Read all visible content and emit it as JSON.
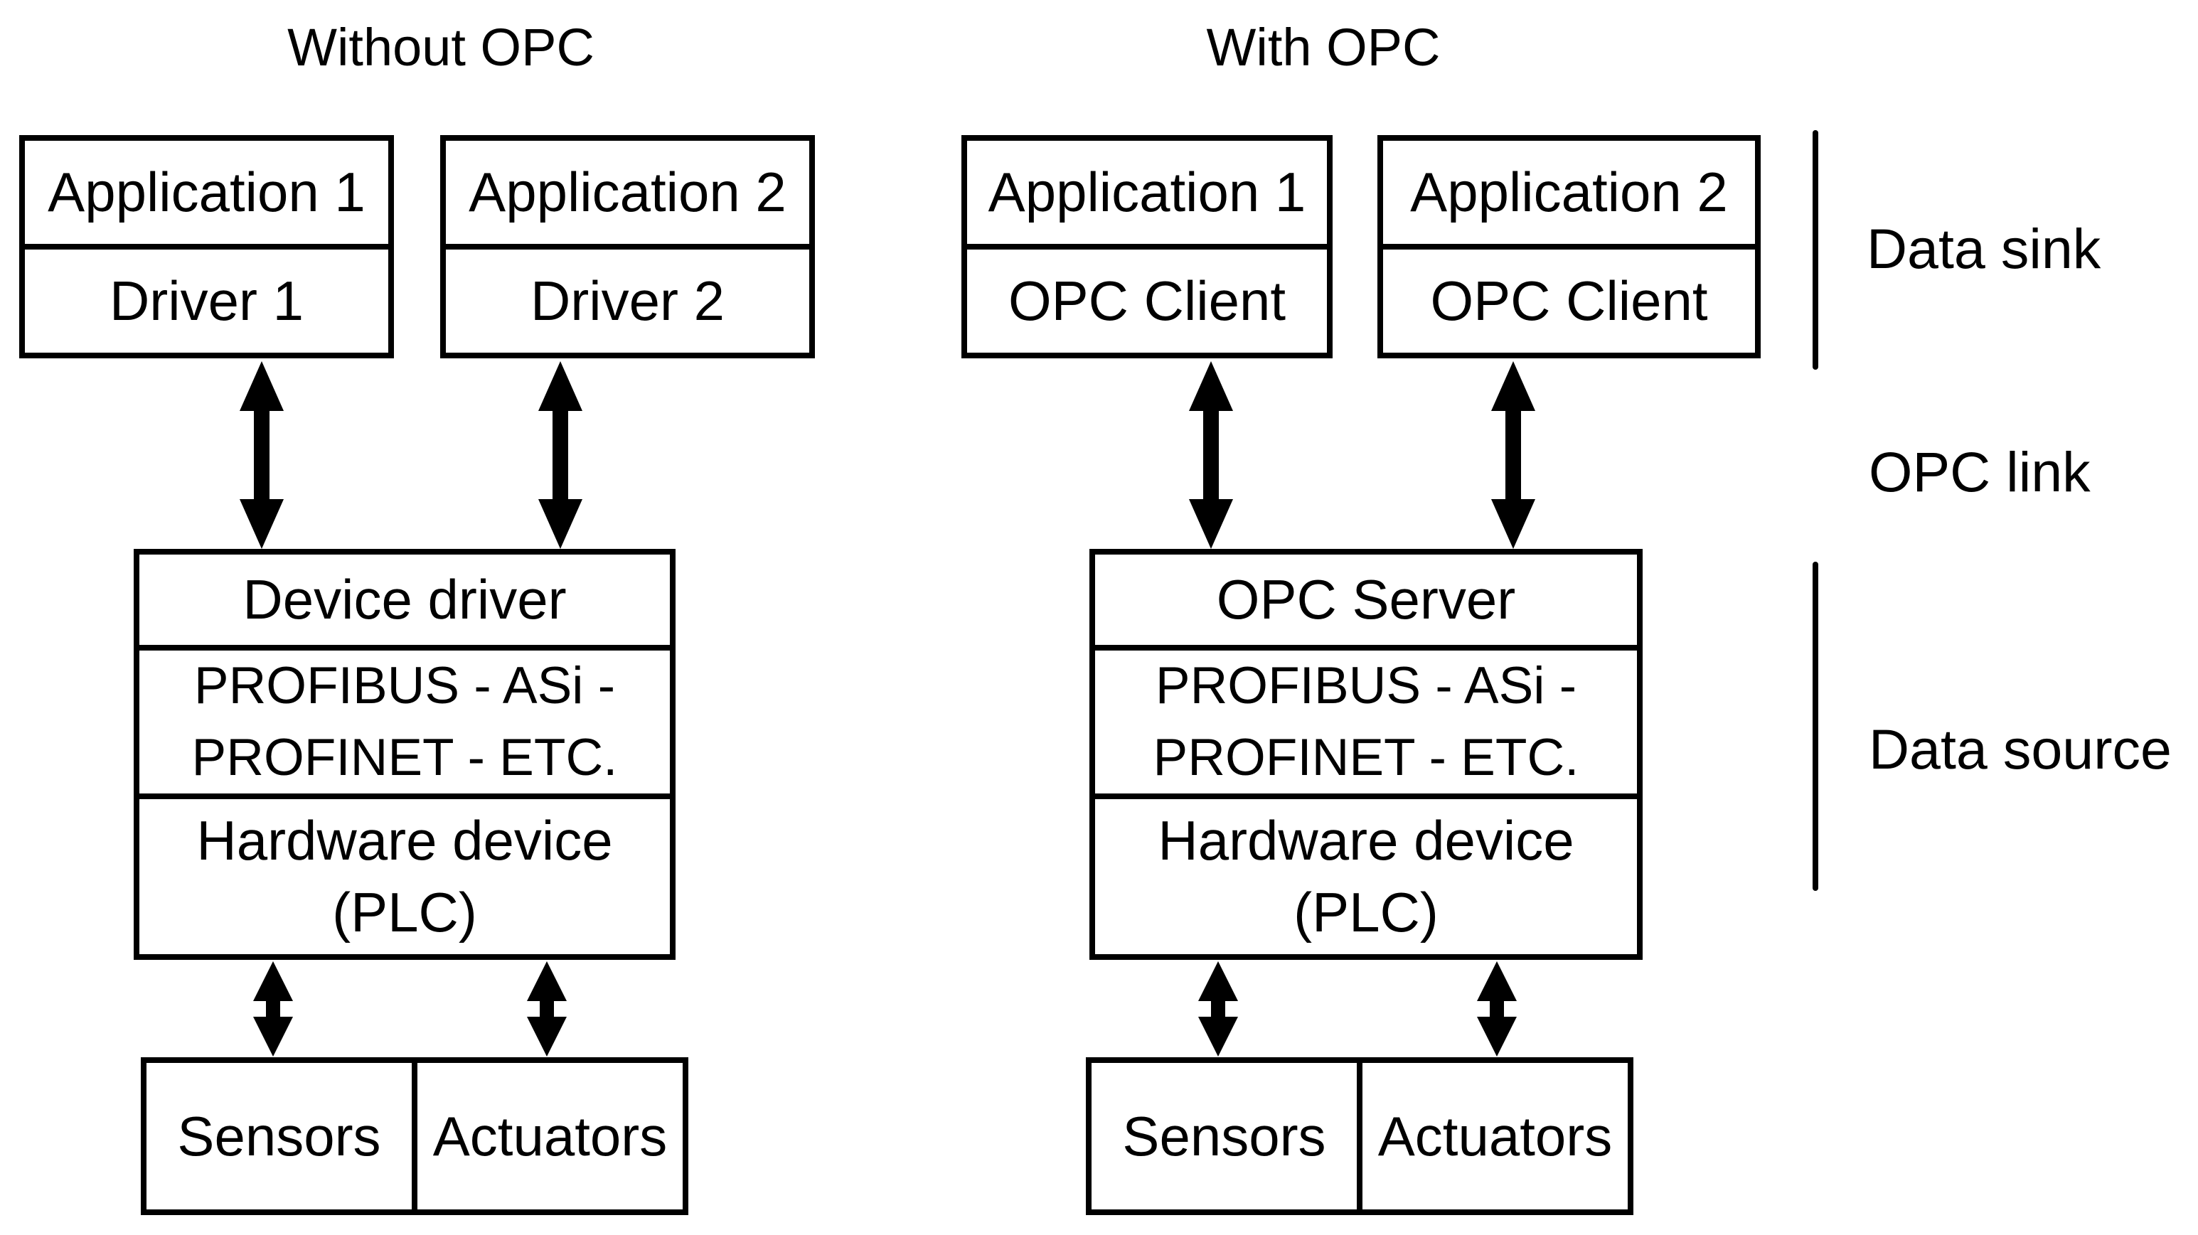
{
  "left": {
    "title": "Without OPC",
    "stack1": {
      "app": "Application 1",
      "layer": "Driver 1"
    },
    "stack2": {
      "app": "Application 2",
      "layer": "Driver 2"
    },
    "server": {
      "top": "Device driver",
      "bus1": "PROFIBUS - ASi -",
      "bus2": "PROFINET - ETC.",
      "hw1": "Hardware device",
      "hw2": "(PLC)"
    },
    "io": {
      "sensors": "Sensors",
      "actuators": "Actuators"
    }
  },
  "right": {
    "title": "With OPC",
    "stack1": {
      "app": "Application 1",
      "layer": "OPC Client"
    },
    "stack2": {
      "app": "Application 2",
      "layer": "OPC Client"
    },
    "server": {
      "top": "OPC Server",
      "bus1": "PROFIBUS - ASi -",
      "bus2": "PROFINET - ETC.",
      "hw1": "Hardware device",
      "hw2": "(PLC)"
    },
    "io": {
      "sensors": "Sensors",
      "actuators": "Actuators"
    }
  },
  "annotations": {
    "data_sink": "Data sink",
    "opc_link": "OPC link",
    "data_source": "Data source"
  },
  "colors": {
    "ink": "#000000",
    "background": "#ffffff"
  }
}
